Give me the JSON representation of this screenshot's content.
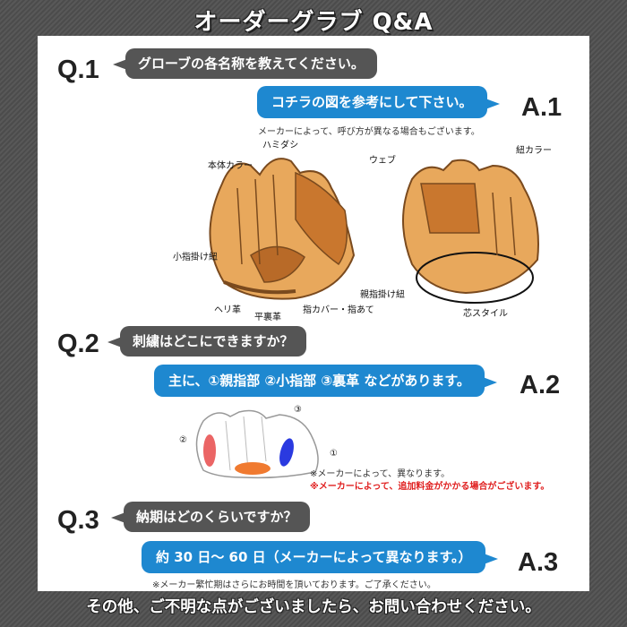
{
  "title": "オーダーグラブ Q&A",
  "q1": {
    "num": "Q.1",
    "text": "グローブの各名称を教えてください。"
  },
  "a1": {
    "num": "A.1",
    "text": "コチラの図を参考にして下さい。",
    "note": "メーカーによって、呼び方が異なる場合もございます。"
  },
  "glove_labels": {
    "hamidashi": "ハミダシ",
    "body_color": "本体カラー",
    "web": "ウェブ",
    "lace_color": "紐カラー",
    "pinky_lace": "小指掛け紐",
    "thumb_lace": "親指掛け紐",
    "heri": "ヘリ革",
    "palm_liner": "平裏革",
    "finger_cover": "指カバー・指あて",
    "core_style": "芯スタイル"
  },
  "q2": {
    "num": "Q.2",
    "text": "刺繍はどこにできますか？"
  },
  "a2": {
    "num": "A.2",
    "text": "主に、①親指部 ②小指部 ③裏革 などがあります。",
    "note": "※メーカーによって、異なります。",
    "note_red": "※メーカーによって、追加料金がかかる場合がございます。"
  },
  "markers": {
    "m1": "①",
    "m2": "②",
    "m3": "③"
  },
  "q3": {
    "num": "Q.3",
    "text": "納期はどのくらいですか？"
  },
  "a3": {
    "num": "A.3",
    "text": "約 30 日〜 60 日（メーカーによって異なります。）",
    "note": "※メーカー繁忙期はさらにお時間を頂いております。ご了承ください。"
  },
  "footer": "その他、ご不明な点がございましたら、お問い合わせください。",
  "colors": {
    "answer_blue": "#1e88d0",
    "question_gray": "#555555",
    "leather": "#e8a85c",
    "leather_dark": "#c9772e",
    "embroidery_red": "#e02020"
  }
}
